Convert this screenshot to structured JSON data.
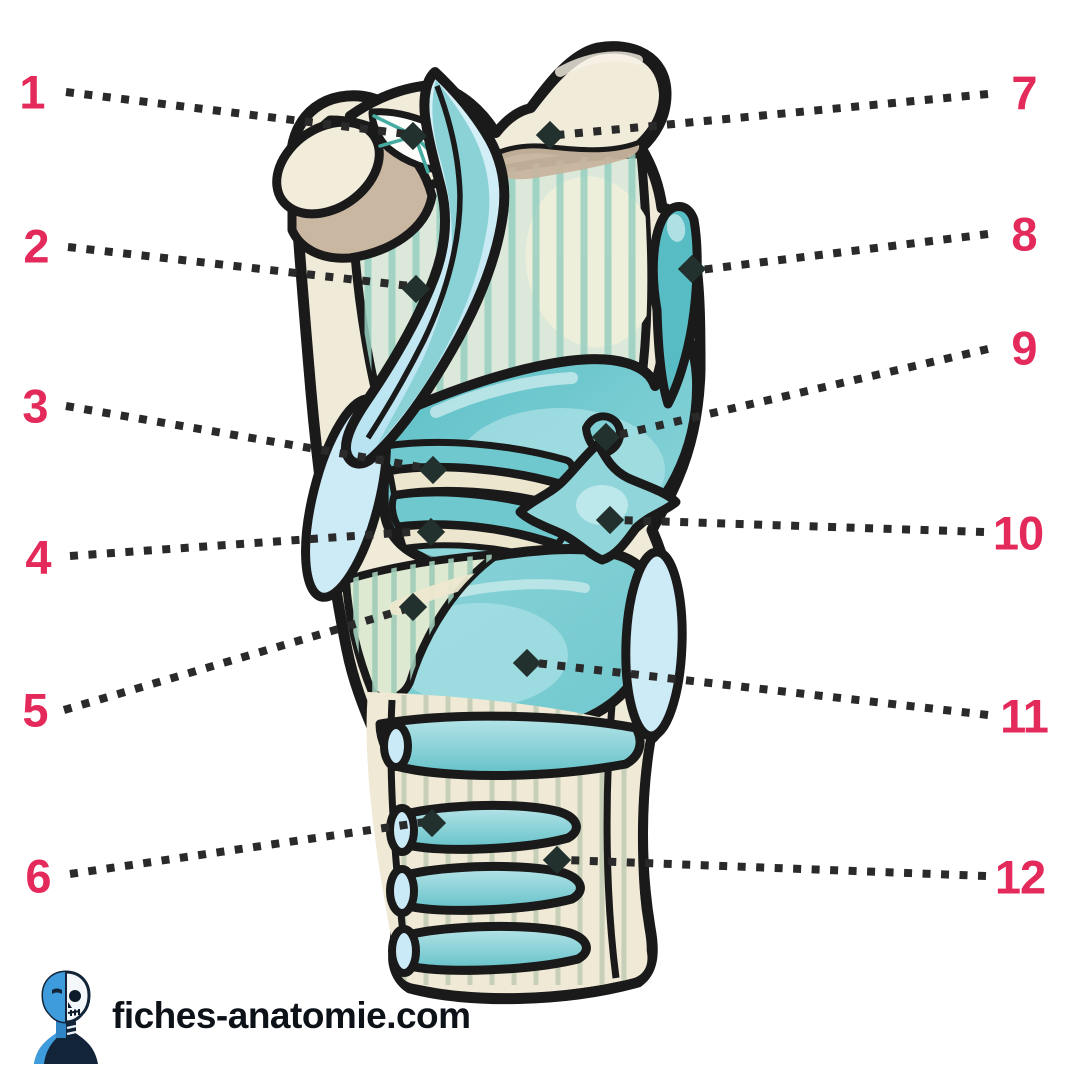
{
  "diagram": {
    "subject_kind": "labeled-anatomy-diagram",
    "marker_shape": "diamond",
    "labels": [
      {
        "text": "1"
      },
      {
        "text": "2"
      },
      {
        "text": "3"
      },
      {
        "text": "4"
      },
      {
        "text": "5"
      },
      {
        "text": "6"
      },
      {
        "text": "7"
      },
      {
        "text": "8"
      },
      {
        "text": "9"
      },
      {
        "text": "10"
      },
      {
        "text": "11"
      },
      {
        "text": "12"
      }
    ]
  },
  "branding": {
    "site": "fiches-anatomie.com"
  },
  "colors": {
    "label_accent": "#E42A5A",
    "outline": "#1A1A1A",
    "leader_dots": "#2A2A2A",
    "marker_fill": "#22312E",
    "cartilage_teal": "#76CBD1",
    "cartilage_teal_dark": "#57BCC4",
    "cartilage_teal_light": "#A9E0E4",
    "ligament_blue": "#C9EAF6",
    "bone_cream": "#F1EBD9",
    "bone_shadow_tan": "#C7B49E",
    "membrane_pale": "#DCE9DA",
    "membrane_stripe": "#97CFC0",
    "brand_text": "#0D1219",
    "brand_blue": "#3E9BDC",
    "brand_navy": "#122437"
  }
}
